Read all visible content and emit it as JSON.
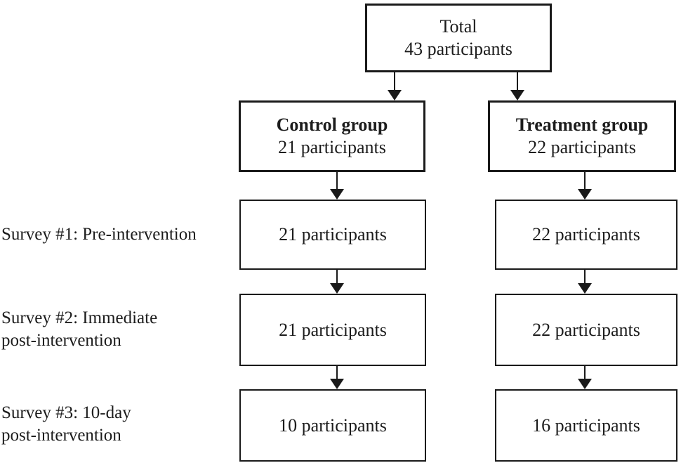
{
  "figure": {
    "description": "Participant flow diagram",
    "colors": {
      "ink": "#1a1a1a",
      "background": "#ffffff"
    }
  },
  "flowchart": {
    "total": {
      "line1": "Total",
      "line2": "43 participants"
    },
    "groups": {
      "control": {
        "name": "Control group",
        "count": "21 participants"
      },
      "treatment": {
        "name": "Treatment group",
        "count": "22 participants"
      }
    },
    "stages": [
      {
        "label_lines": [
          "Survey #1: Pre-intervention"
        ],
        "control": "21 participants",
        "treatment": "22 participants"
      },
      {
        "label_lines": [
          "Survey #2: Immediate",
          "post-intervention"
        ],
        "control": "21 participants",
        "treatment": "22 participants"
      },
      {
        "label_lines": [
          "Survey #3: 10-day",
          "post-intervention"
        ],
        "control": "10 participants",
        "treatment": "16 participants"
      }
    ]
  }
}
